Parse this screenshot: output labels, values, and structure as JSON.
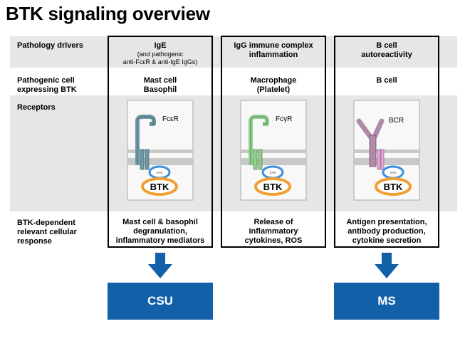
{
  "title": "BTK signaling overview",
  "row_labels": {
    "drivers": "Pathology drivers",
    "cell": [
      "Pathogenic cell",
      "expressing BTK"
    ],
    "receptors": "Receptors",
    "response": [
      "BTK-dependent",
      "relevant cellular",
      "response"
    ]
  },
  "columns": [
    {
      "driver": [
        "IgE"
      ],
      "driver_sub": [
        "(and pathogenic",
        "anti-FcεR & anti-IgE IgGs)"
      ],
      "cell": [
        "Mast cell",
        "Basophil"
      ],
      "receptor": "FcεR",
      "kinase": "SYK",
      "btk": "BTK",
      "response": [
        "Mast cell & basophil",
        "degranulation,",
        "inflammatory mediators"
      ],
      "receptor_color": "#6e9aa8"
    },
    {
      "driver": [
        "IgG immune complex",
        "inflammation"
      ],
      "driver_sub": [],
      "cell": [
        "Macrophage",
        "(Platelet)"
      ],
      "receptor": "FcγR",
      "kinase": "SYK",
      "btk": "BTK",
      "response": [
        "Release of",
        "inflammatory",
        "cytokines, ROS"
      ],
      "receptor_color": "#8fcf8f"
    },
    {
      "driver": [
        "B cell",
        "autoreactivity"
      ],
      "driver_sub": [],
      "cell": [
        "B cell"
      ],
      "receptor": "BCR",
      "kinase": "SYK",
      "btk": "BTK",
      "response": [
        "Antigen presentation,",
        "antibody production,",
        "cytokine secretion"
      ],
      "receptor_color": "#b08aa8"
    }
  ],
  "outcomes": [
    "CSU",
    "MS"
  ],
  "colors": {
    "band": "#e6e6e6",
    "btk_ring": "#f0a030",
    "syk_ring": "#3a8ee0",
    "outcome": "#1160a8"
  }
}
